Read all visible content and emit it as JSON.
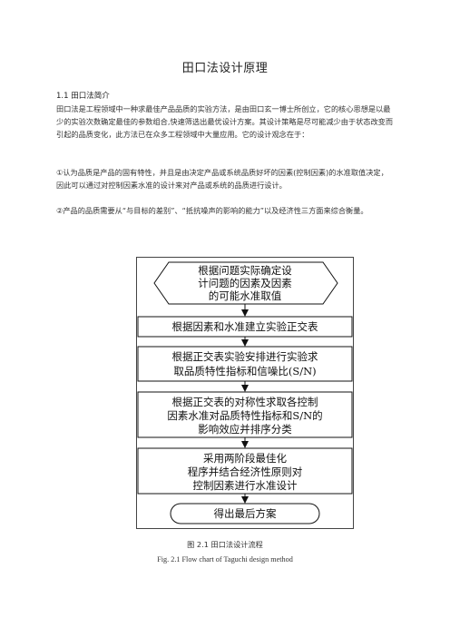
{
  "document": {
    "title": "田口法设计原理",
    "section_heading": "1.1 田口法简介",
    "paragraph_1": "田口法是工程领域中一种求最佳产品品质的实验方法，是由田口玄一博士所创立，它的核心思想是以最少的实验次数确定最佳的参数组合,快速筛选出最优设计方案。其设计策略是尽可能减少由于状态改变而引起的品质变化，此方法已在众多工程领域中大量应用。它的设计观念在于：",
    "paragraph_2": "①认为品质是产品的固有特性，并且是由决定产品或系统品质好坏的因素(控制因素)的水准取值决定，因此可以通过对控制因素水准的设计来对产品或系统的品质进行设计。",
    "paragraph_3": "②产品的品质需要从“与目标的差别”、“抵抗噪声的影响的能力”以及经济性三方面来综合衡量。"
  },
  "flowchart": {
    "steps": [
      [
        "根据问题实际确定设",
        "计问题的因素及因素",
        "的可能水准取值"
      ],
      [
        "根据因素和水准建立实验正交表"
      ],
      [
        "根据正交表实验安排进行实验求",
        "取品质特性指标和信噪比(S/N)"
      ],
      [
        "根据正交表的对称性求取各控制",
        "因素水准对品质特性指标和S/N的",
        "影响效应并排序分类"
      ],
      [
        "采用两阶段最佳化",
        "程序并结合经济性原则对",
        "控制因素进行水准设计"
      ],
      [
        "得出最后方案"
      ]
    ],
    "caption_cn": "图 2.1 田口法设计流程",
    "caption_en": "Fig. 2.1 Flow chart of Taguchi design method"
  }
}
